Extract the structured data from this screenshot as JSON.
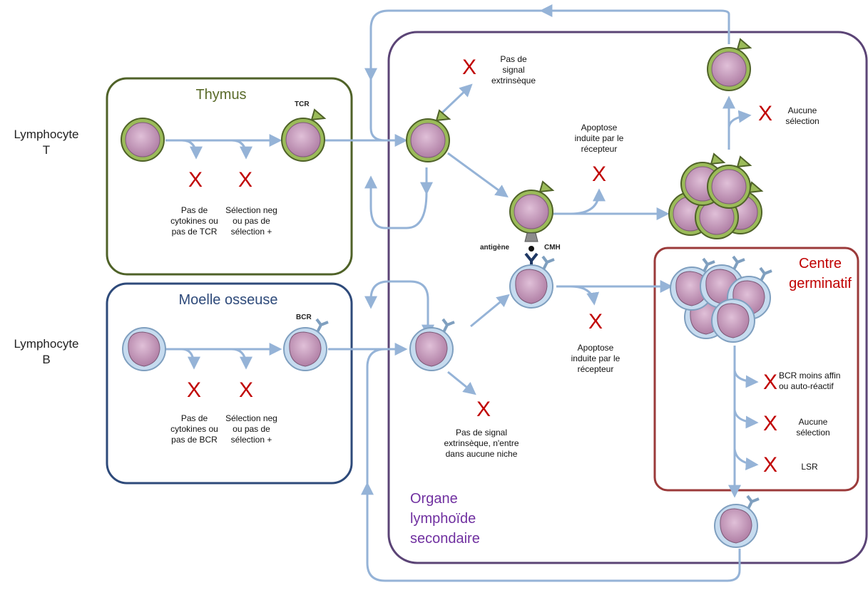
{
  "row_labels": {
    "t": "Lymphocyte\nT",
    "b": "Lymphocyte\nB"
  },
  "boxes": {
    "thymus": {
      "title": "Thymus",
      "color": "#5a6b2a"
    },
    "marrow": {
      "title": "Moelle osseuse",
      "color": "#2e4a7a"
    },
    "organ": {
      "title": "Organe\nlymphoïde\nsecondaire",
      "color": "#7030a0",
      "border": "#5b4476"
    },
    "germinal": {
      "title": "Centre\ngerminatif",
      "color": "#c00000",
      "border": "#9b3a3a"
    }
  },
  "receptors": {
    "tcr": "TCR",
    "bcr": "BCR",
    "antigen": "antigène",
    "mhc": "CMH"
  },
  "fail_mark": "X",
  "outcomes": {
    "thymus_1": "Pas de\ncytokines ou\npas de TCR",
    "thymus_2": "Sélection neg\nou pas de\nsélection +",
    "marrow_1": "Pas de\ncytokines ou\npas de BCR",
    "marrow_2": "Sélection neg\nou pas de\nsélection +",
    "t_no_signal": "Pas de\nsignal\nextrinsèque",
    "t_apoptosis": "Apoptose\ninduite par le\nrécepteur",
    "t_no_selection": "Aucune\nsélection",
    "b_apoptosis": "Apoptose\ninduite par le\nrécepteur",
    "b_no_signal": "Pas de signal\nextrinsèque, n'entre\ndans aucune niche",
    "gc_1": "BCR moins affin\nou auto-réactif",
    "gc_2": "Aucune\nsélection",
    "gc_3": "LSR"
  },
  "colors": {
    "arrow": "#95b3d7",
    "cell_body": "#c9a0c0",
    "t_membrane": "#9bbb59",
    "t_outline": "#4f6228",
    "b_membrane": "#c6dbef",
    "b_outline": "#7f9fbf",
    "mark": "#c00000"
  }
}
